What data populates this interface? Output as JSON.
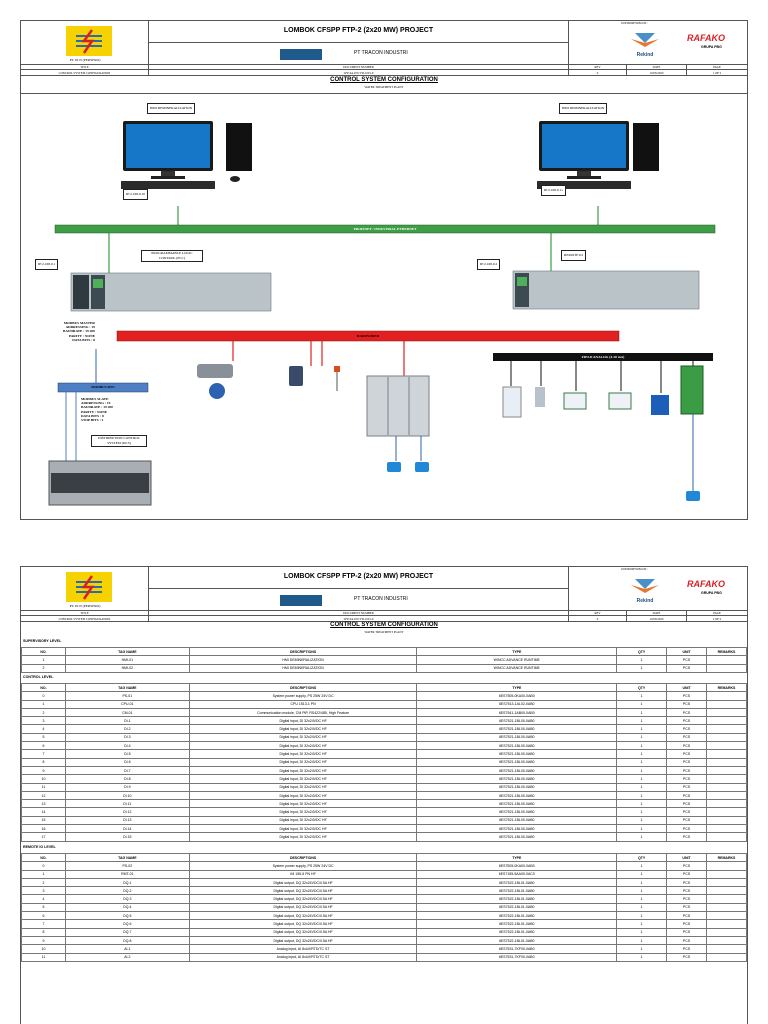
{
  "titleblock": {
    "project": "LOMBOK CFSPP FTP-2 (2x20 MW) PROJECT",
    "company": "PT TRACON INDUSTRI",
    "consortium": "CONSORTIUM OF :",
    "owner": "PT. PLN (PERSERO)",
    "title_hdr": "TITLE",
    "title_val": "CONTROL SYSTEM CONFIGURATION",
    "docnum_hdr": "DOCUMENT NUMBER",
    "docnum_val": "LFP-0A-INCVD-1001-9",
    "rev_hdr": "REV",
    "rev_val": "0",
    "date_hdr": "DATE",
    "date_val": "10/06/2020",
    "page_hdr": "PAGE",
    "page1_val": "1 OF 2",
    "page2_val": "2 OF 2",
    "rekind": "Rekind",
    "rafako": "RAFAKO",
    "rafako_sub": "GRUPA PBG"
  },
  "sheet1": {
    "heading": "CONTROL SYSTEM CONFIGURATION",
    "subheading": "WATER TREATMENT PLANT",
    "hmi_left": "HMI DEMINERALIZATION",
    "hmi_right": "HMI DEMINERALIZATION",
    "ip_left": "IP:2.168.0.10",
    "ip_right": "IP:2.168.0.11",
    "ethernet": "PROFINET / INDUSTRIAL ETHERNET",
    "ip_plc": "IP:2.168.0.1",
    "ip_remote": "IP:2.168.0.2",
    "plc_label": "PROGRAMMABLE LOGIC CONTROL (PLC)",
    "remote_label": "REMOTE IO",
    "modbus_master": "MODBUS MASTER\nADDRESSING : 19\nBAUDRATE : 19 200\nPARITY : NONE\nDATA BITS : 8",
    "hardwired": "HARDWIRED",
    "fieldbus": "FIELD ANALOG (4-20 mA)",
    "modbus_rtu": "MODBUS RTU",
    "modbus_slave": "MODBUS SLAVE\nADDRESSING : 19\nBAUDRATE : 19 200\nPARITY : NONE\nDATA BITS : 8\nSTOP BITS : 1",
    "dcs": "DISTRIBUTION CONTROL SYSTEM (DCS)"
  },
  "sheet2": {
    "heading": "CONTROL SYSTEM CONFIGURATION",
    "subheading": "WATER TREATMENT PLANT",
    "columns": [
      "NO.",
      "TAG NAME",
      "DESCRIPTIONS",
      "TYPE",
      "QTY",
      "UNIT",
      "REMARKS"
    ],
    "supervisory_label": "SUPERVISORY LEVEL",
    "supervisory": [
      [
        "1",
        "HMI-01",
        "HMI DEMINERALIZATION",
        "WINCC ADVANCE RUNTIME",
        "1",
        "PCS",
        ""
      ],
      [
        "2",
        "HMI-02",
        "HMI DEMINERALIZATION",
        "WINCC ADVANCE RUNTIME",
        "1",
        "PCS",
        ""
      ]
    ],
    "control_label": "CONTROL LEVEL",
    "control": [
      [
        "0",
        "PS-01",
        "System power supply, PS 25W 24V DC",
        "6ES7505-0KA00-0AB0",
        "1",
        "PCS",
        ""
      ],
      [
        "1",
        "CPU-01",
        "CPU 1513-1 PN",
        "6ES7513-1AL02-0AB0",
        "1",
        "PCS",
        ""
      ],
      [
        "2",
        "CM-01",
        "Communication module, CM PtP, RS422/485, High Feature",
        "6ES7541-1AB00-0AB0",
        "1",
        "PCS",
        ""
      ],
      [
        "3",
        "DI.1",
        "Digital input, DI 32x24VDC HF",
        "6ES7521-1BL00-0AB0",
        "1",
        "PCS",
        ""
      ],
      [
        "4",
        "DI.2",
        "Digital input, DI 32x24VDC HF",
        "6ES7521-1BL00-0AB0",
        "1",
        "PCS",
        ""
      ],
      [
        "5",
        "DI.3",
        "Digital input, DI 32x24VDC HF",
        "6ES7521-1BL00-0AB0",
        "1",
        "PCS",
        ""
      ],
      [
        "6",
        "DI.4",
        "Digital input, DI 32x24VDC HF",
        "6ES7521-1BL00-0AB0",
        "1",
        "PCS",
        ""
      ],
      [
        "7",
        "DI.5",
        "Digital input, DI 32x24VDC HF",
        "6ES7521-1BL00-0AB0",
        "1",
        "PCS",
        ""
      ],
      [
        "8",
        "DI.6",
        "Digital input, DI 32x24VDC HF",
        "6ES7521-1BL00-0AB0",
        "1",
        "PCS",
        ""
      ],
      [
        "9",
        "DI.7",
        "Digital input, DI 32x24VDC HF",
        "6ES7521-1BL00-0AB0",
        "1",
        "PCS",
        ""
      ],
      [
        "10",
        "DI.8",
        "Digital input, DI 32x24VDC HF",
        "6ES7521-1BL00-0AB0",
        "1",
        "PCS",
        ""
      ],
      [
        "11",
        "DI.9",
        "Digital input, DI 32x24VDC HF",
        "6ES7521-1BL00-0AB0",
        "1",
        "PCS",
        ""
      ],
      [
        "12",
        "DI.10",
        "Digital input, DI 32x24VDC HF",
        "6ES7521-1BL00-0AB0",
        "1",
        "PCS",
        ""
      ],
      [
        "13",
        "DI.11",
        "Digital input, DI 32x24VDC HF",
        "6ES7521-1BL00-0AB0",
        "1",
        "PCS",
        ""
      ],
      [
        "14",
        "DI.12",
        "Digital input, DI 32x24VDC HF",
        "6ES7521-1BL00-0AB0",
        "1",
        "PCS",
        ""
      ],
      [
        "15",
        "DI.13",
        "Digital input, DI 32x24VDC HF",
        "6ES7521-1BL00-0AB0",
        "1",
        "PCS",
        ""
      ],
      [
        "16",
        "DI.14",
        "Digital input, DI 32x24VDC HF",
        "6ES7521-1BL00-0AB0",
        "1",
        "PCS",
        ""
      ],
      [
        "17",
        "DI.15",
        "Digital input, DI 32x24VDC HF",
        "6ES7521-1BL00-0AB0",
        "1",
        "PCS",
        ""
      ]
    ],
    "remote_label": "REMOTE IO LEVEL",
    "remote": [
      [
        "0",
        "PS-02",
        "System power supply, PS 25W 24V DC",
        "6ES7505-0KA00-0AB0",
        "1",
        "PCS",
        ""
      ],
      [
        "1",
        "RMT-01",
        "IM 155-5 PN HF",
        "6ES7155-5AA00-0AC0",
        "1",
        "PCS",
        ""
      ],
      [
        "2",
        "DQ.1",
        "Digital output, DQ 32x24VDC/0.5A HF",
        "6ES7522-1BL01-0AB0",
        "1",
        "PCS",
        ""
      ],
      [
        "3",
        "DQ.2",
        "Digital output, DQ 32x24VDC/0.5A HF",
        "6ES7522-1BL01-0AB0",
        "1",
        "PCS",
        ""
      ],
      [
        "4",
        "DQ.3",
        "Digital output, DQ 32x24VDC/0.5A HF",
        "6ES7522-1BL01-0AB0",
        "1",
        "PCS",
        ""
      ],
      [
        "5",
        "DQ.4",
        "Digital output, DQ 32x24VDC/0.5A HF",
        "6ES7522-1BL01-0AB0",
        "1",
        "PCS",
        ""
      ],
      [
        "6",
        "DQ.5",
        "Digital output, DQ 32x24VDC/0.5A HF",
        "6ES7522-1BL01-0AB0",
        "1",
        "PCS",
        ""
      ],
      [
        "7",
        "DQ.6",
        "Digital output, DQ 32x24VDC/0.5A HF",
        "6ES7522-1BL01-0AB0",
        "1",
        "PCS",
        ""
      ],
      [
        "8",
        "DQ.7",
        "Digital output, DQ 32x24VDC/0.5A HF",
        "6ES7522-1BL01-0AB0",
        "1",
        "PCS",
        ""
      ],
      [
        "9",
        "DQ.8",
        "Digital output, DQ 32x24VDC/0.5A HF",
        "6ES7522-1BL01-0AB0",
        "1",
        "PCS",
        ""
      ],
      [
        "10",
        "AI.1",
        "Analog input, AI 8xU/I/RTD/TC ST",
        "6ES7531-7KF00-0AB0",
        "1",
        "PCS",
        ""
      ],
      [
        "11",
        "AI.2",
        "Analog input, AI 8xU/I/RTD/TC ST",
        "6ES7531-7KF00-0AB0",
        "1",
        "PCS",
        ""
      ]
    ]
  },
  "colors": {
    "ethernet": "#3f9d46",
    "hardwired": "#e32020",
    "fieldbus": "#111111",
    "modbus": "#4e7fc4",
    "pln_yellow": "#f5d200"
  }
}
